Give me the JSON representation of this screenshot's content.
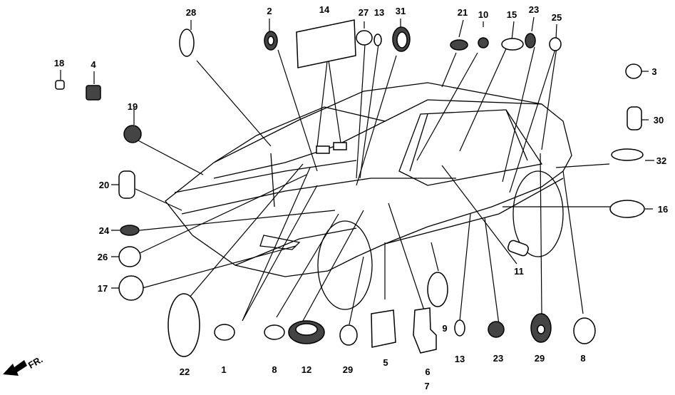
{
  "title": "Body plugs and grommets parts diagram",
  "direction_label": "FR.",
  "labels": [
    "28",
    "2",
    "14",
    "27",
    "13",
    "31",
    "21",
    "10",
    "15",
    "23",
    "25",
    "3",
    "18",
    "4",
    "19",
    "30",
    "32",
    "20",
    "16",
    "24",
    "26",
    "11",
    "17",
    "22",
    "1",
    "8",
    "12",
    "29",
    "5",
    "6",
    "7",
    "9",
    "13",
    "23",
    "29",
    "8"
  ]
}
